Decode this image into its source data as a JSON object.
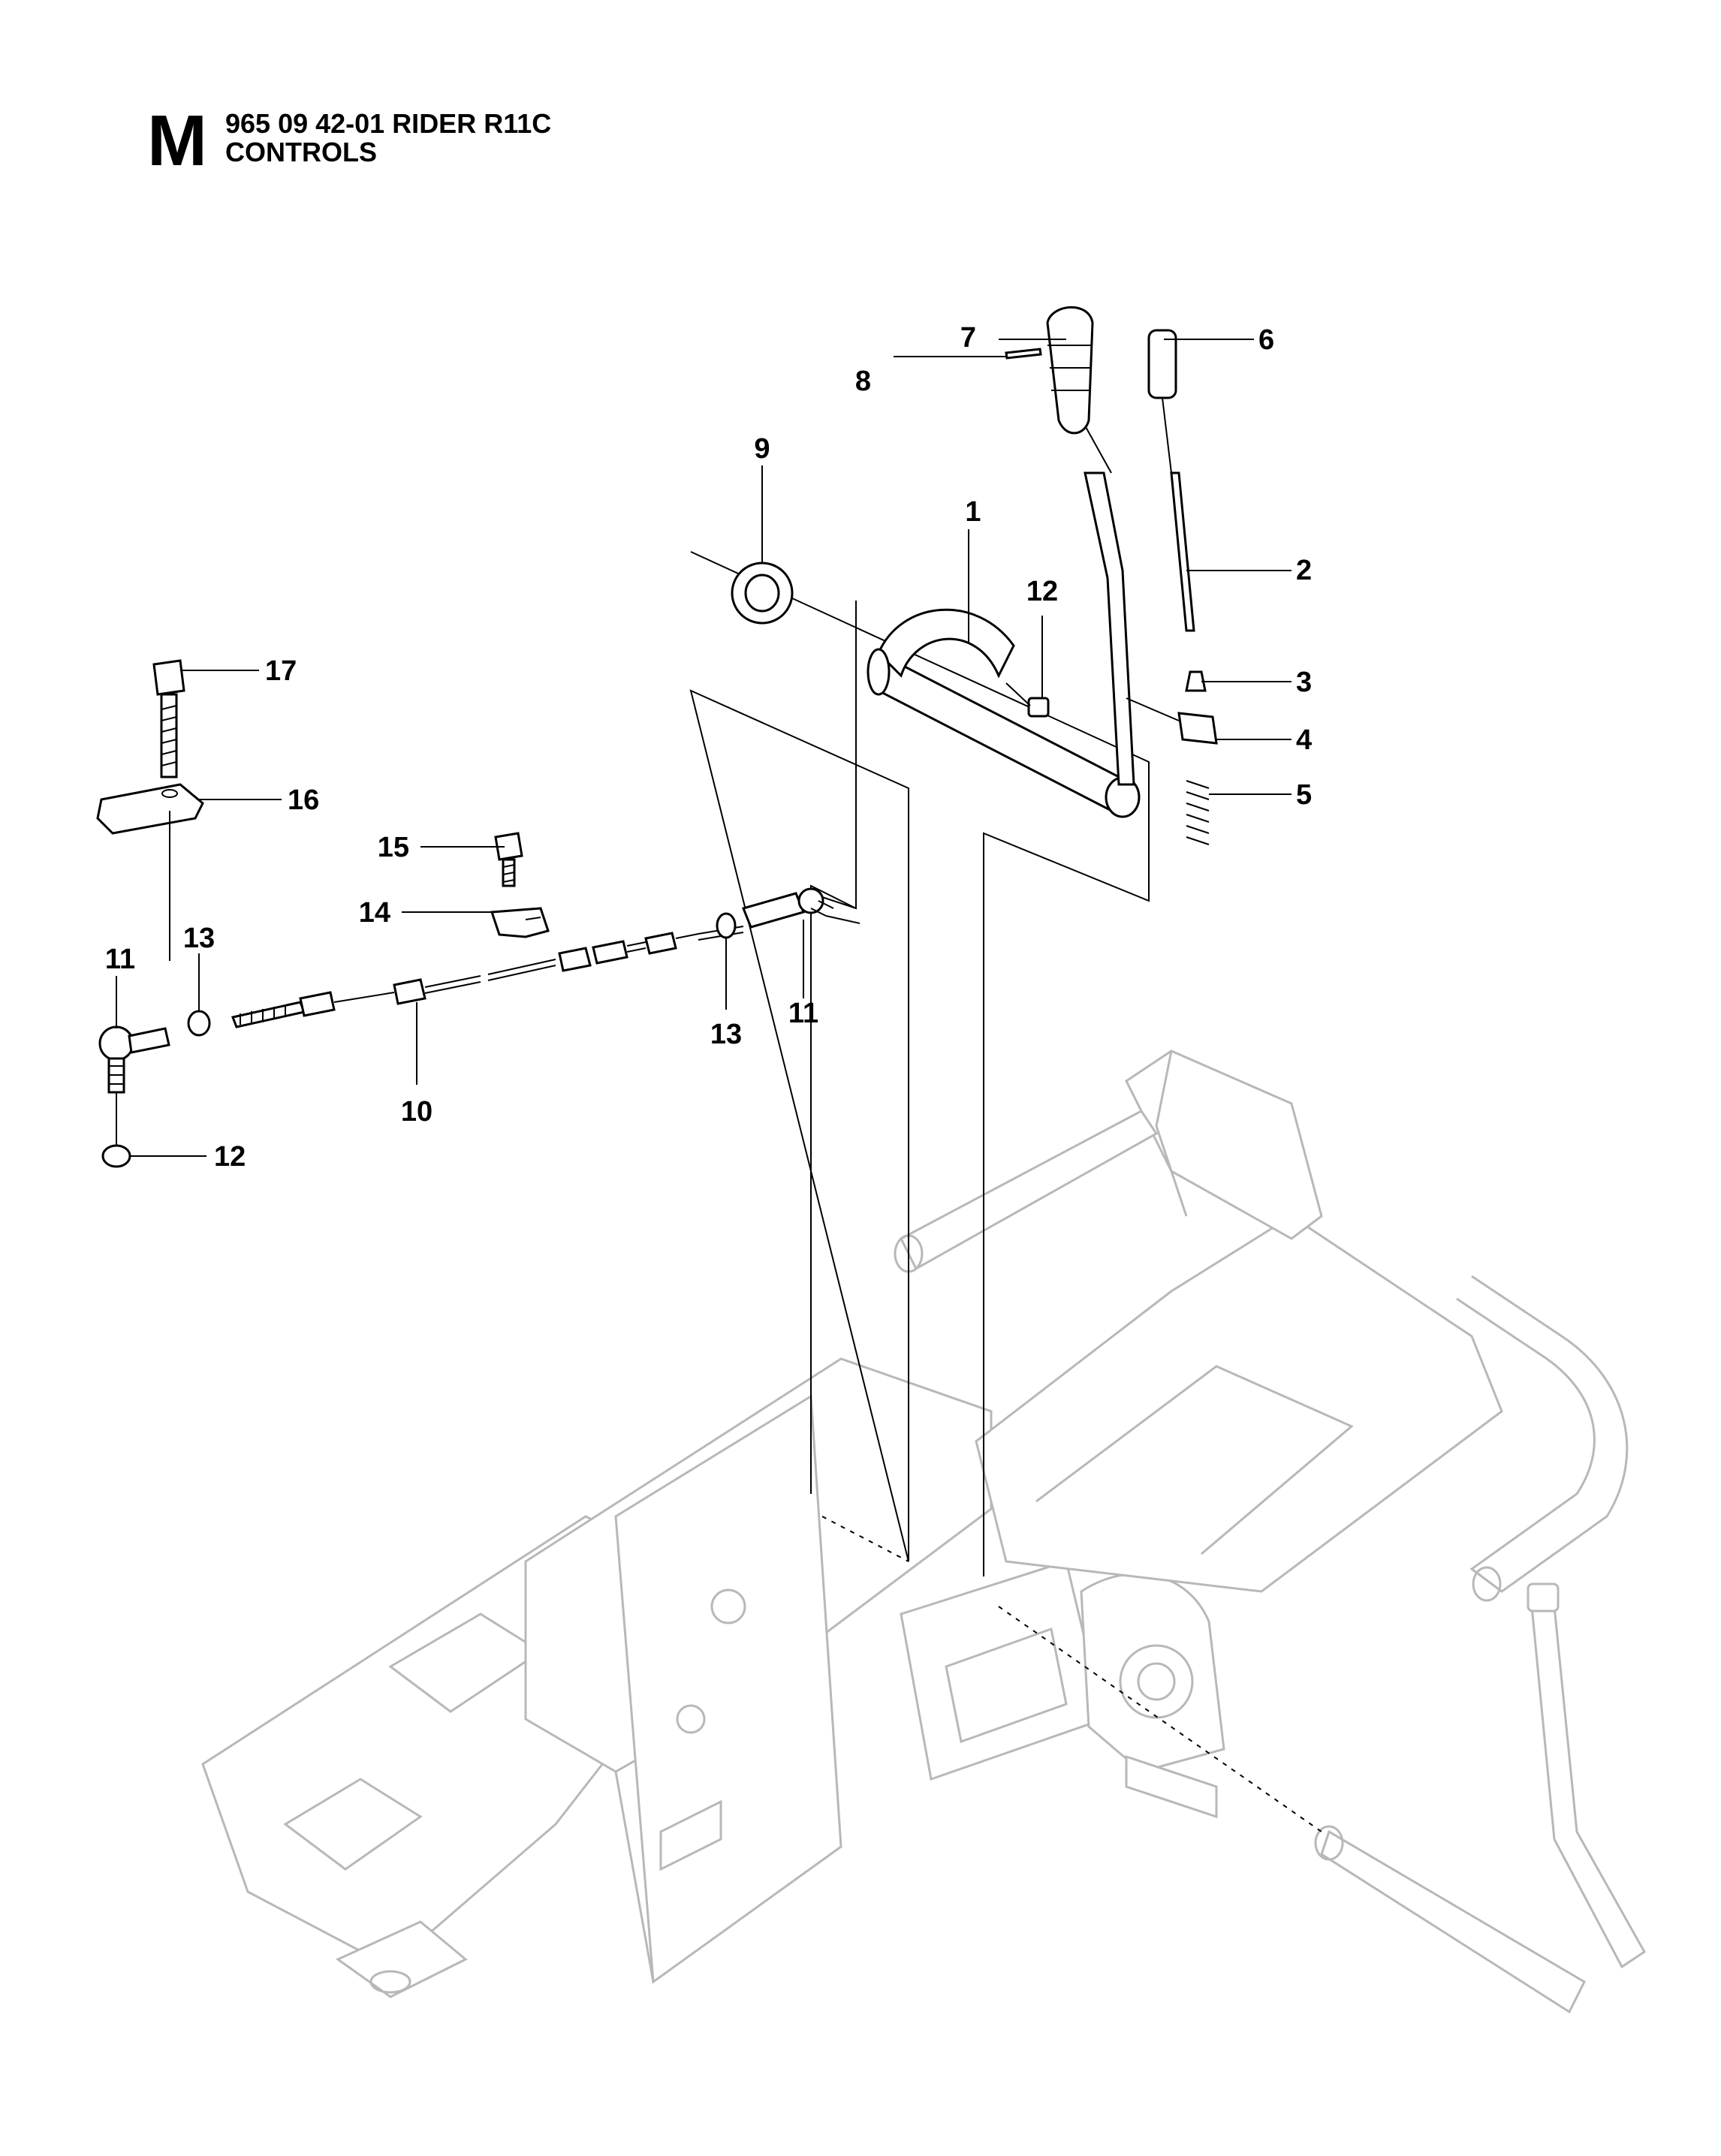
{
  "header": {
    "section_letter": "M",
    "model_line": "965 09 42-01 RIDER R11C",
    "section_title": "CONTROLS"
  },
  "callouts": [
    "1",
    "2",
    "3",
    "4",
    "5",
    "6",
    "7",
    "8",
    "9",
    "10",
    "11",
    "11",
    "12",
    "12",
    "13",
    "13",
    "14",
    "15",
    "16",
    "17"
  ]
}
